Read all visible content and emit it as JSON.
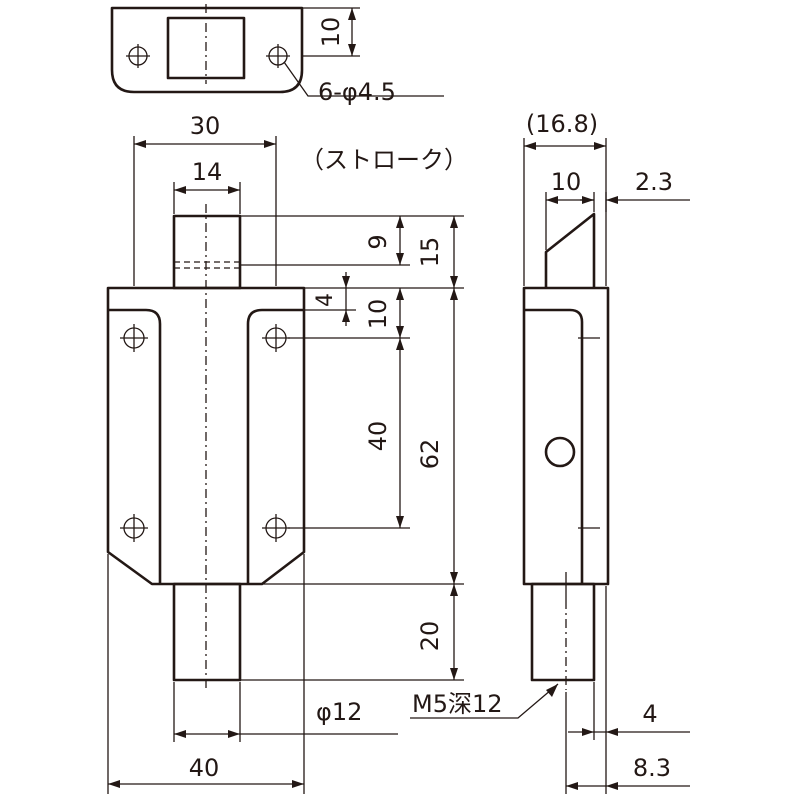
{
  "dimensions": {
    "plate_height": "10",
    "holes": "6-φ4.5",
    "side_width_ref": "(16.8)",
    "width_30": "30",
    "stroke_label": "（ストローク）",
    "width_14": "14",
    "tip_10": "10",
    "tip_2_3": "2.3",
    "stroke_9": "9",
    "nose_15": "15",
    "gap_4": "4",
    "hole_offset_10": "10",
    "hole_pitch_40": "40",
    "body_62": "62",
    "shaft_20": "20",
    "shaft_diameter": "φ12",
    "thread": "M5深12",
    "base_width_40": "40",
    "side_4": "4",
    "side_8_3": "8.3"
  }
}
